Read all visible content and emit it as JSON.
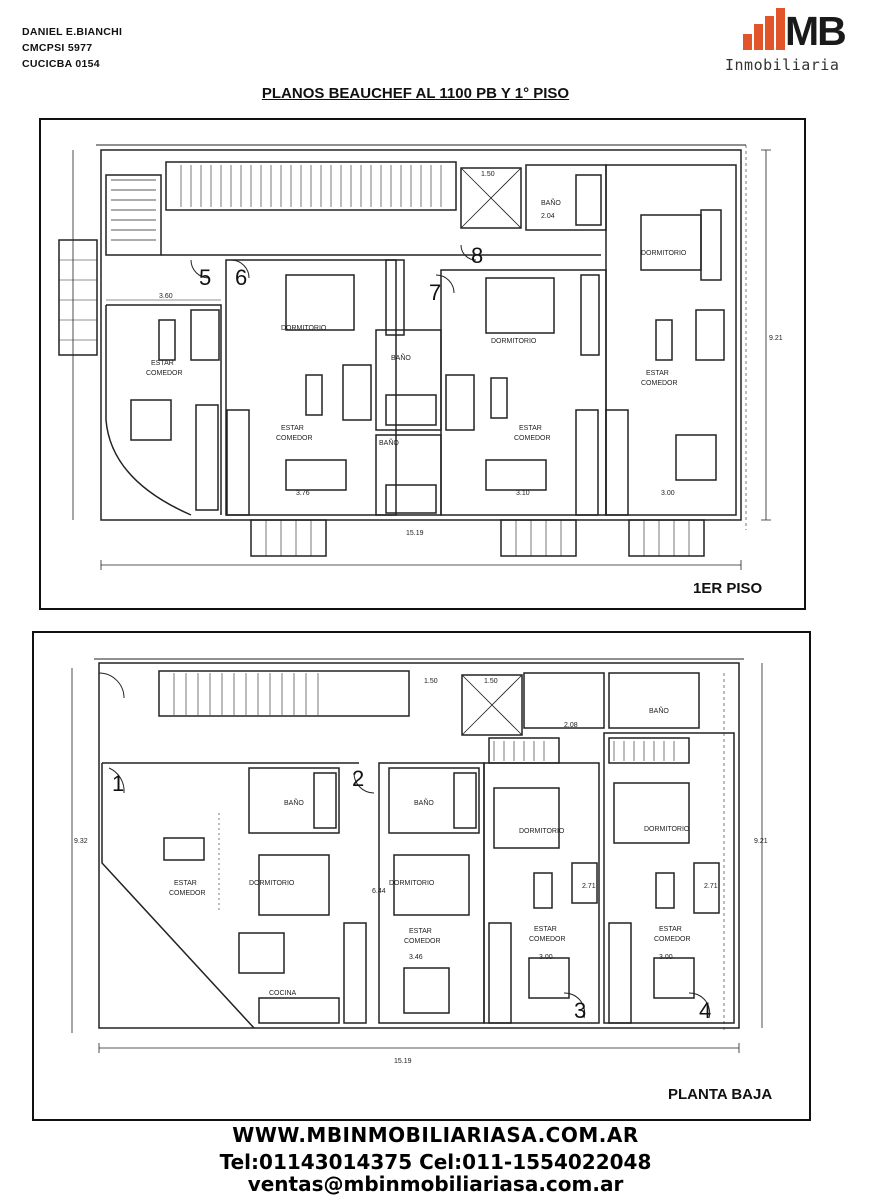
{
  "header": {
    "name": "DANIEL E.BIANCHI",
    "line2": "CMCPSI 5977",
    "line3": "CUCICBA 0154"
  },
  "logo": {
    "mark": "MB",
    "subtitle": "Inmobiliaria",
    "colors": {
      "bars": "#e2552a",
      "text": "#1a1a1a"
    }
  },
  "title": "PLANOS BEAUCHEF AL 1100 PB Y 1° PISO",
  "first_floor": {
    "label": "1ER PISO",
    "unit_numbers": [
      "5",
      "6",
      "7",
      "8"
    ],
    "rooms": {
      "dormitorio": "DORMITORIO",
      "estar": "ESTAR",
      "comedor": "COMEDOR",
      "bano": "BAÑO"
    },
    "dims": {
      "top": "1.50",
      "bano": "2.04",
      "width": "15.19",
      "height": "9.21",
      "balcony": "3.00",
      "left_room": "3.60",
      "d1": "3.76",
      "d2": "3.10",
      "d3": "3.00"
    }
  },
  "ground_floor": {
    "label": "PLANTA BAJA",
    "unit_numbers": [
      "1",
      "2",
      "3",
      "4"
    ],
    "rooms": {
      "dormitorio": "DORMITORIO",
      "estar": "ESTAR",
      "comedor": "COMEDOR",
      "bano": "BAÑO",
      "cocina": "COCINA"
    },
    "dims": {
      "top1": "1.50",
      "top2": "1.50",
      "bano": "2.08",
      "width": "15.19",
      "height_left": "9.32",
      "height_right": "9.21",
      "d1": "3.46",
      "d2": "3.00",
      "d3": "3.00",
      "side": "6.44",
      "w1": "2.71",
      "w2": "2.71"
    }
  },
  "footer": {
    "website": "WWW.MBINMOBILIARIASA.COM.AR",
    "phones": "Tel:01143014375 Cel:011-1554022048",
    "email": "ventas@mbinmobiliariasa.com.ar"
  }
}
